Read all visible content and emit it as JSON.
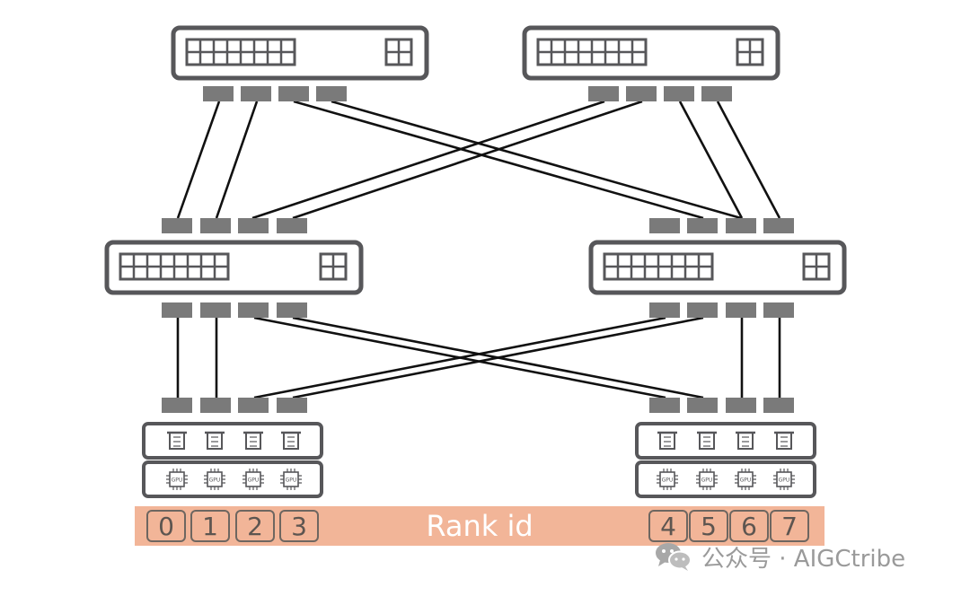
{
  "rank_bar": {
    "label": "Rank id",
    "ids": [
      "0",
      "1",
      "2",
      "3",
      "4",
      "5",
      "6",
      "7"
    ],
    "fill_color": "#f2b598",
    "box_color": "#6e6660"
  },
  "watermark": {
    "text": "公众号 · AIGCtribe",
    "icon": "wechat-icon",
    "color": "#9a9a9a"
  },
  "diagram": {
    "node_color": "#57575a",
    "port_color": "#7a7a7a",
    "link_color": "#111111",
    "gpu_chip_label": "GPU"
  }
}
